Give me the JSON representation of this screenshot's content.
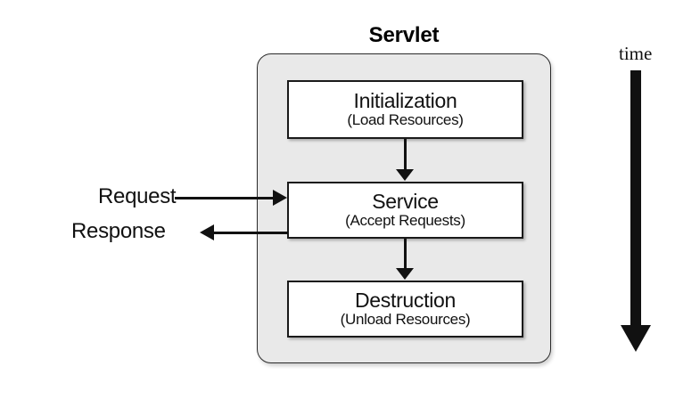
{
  "diagram": {
    "title": "Servlet",
    "stages": [
      {
        "name": "Initialization",
        "detail": "(Load Resources)"
      },
      {
        "name": "Service",
        "detail": "(Accept Requests)"
      },
      {
        "name": "Destruction",
        "detail": "(Unload Resources)"
      }
    ],
    "io_labels": {
      "request": "Request",
      "response": "Response"
    },
    "time_axis": {
      "label": "time"
    },
    "colors": {
      "container_fill": "#e9e9e9",
      "box_fill": "#ffffff",
      "stroke": "#111111",
      "page_background": "#ffffff"
    }
  }
}
